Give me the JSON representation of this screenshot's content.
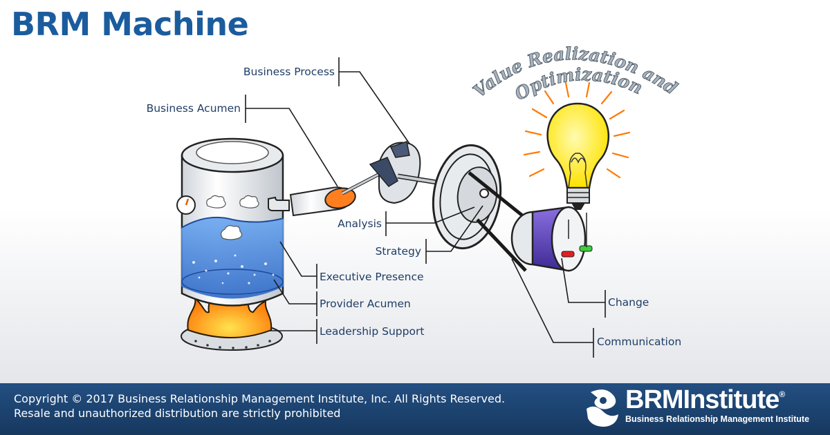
{
  "title": "BRM Machine",
  "labels": {
    "business_process": "Business Process",
    "business_acumen": "Business Acumen",
    "analysis": "Analysis",
    "strategy": "Strategy",
    "executive_presence": "Executive Presence",
    "provider_acumen": "Provider Acumen",
    "leadership_support": "Leadership Support",
    "change": "Change",
    "communication": "Communication"
  },
  "curved_title": {
    "line1": "Value Realization and",
    "line2": "Optimization"
  },
  "footer": {
    "copyright_line1": "Copyright © 2017 Business Relationship Management Institute, Inc. All Rights Reserved.",
    "copyright_line2": "Resale and unauthorized distribution are strictly prohibited",
    "logo_brand": "BRMInstitute",
    "logo_tagline": "Business Relationship Management Institute",
    "logo_mark": "®"
  },
  "colors": {
    "title": "#1b5c9e",
    "label_text": "#1f3d66",
    "footer_bg": "#1c4471",
    "water": "#3f7fd6",
    "motor": "#5a3fb8",
    "bulb": "#ffe600",
    "flame": "#ff7a00"
  }
}
